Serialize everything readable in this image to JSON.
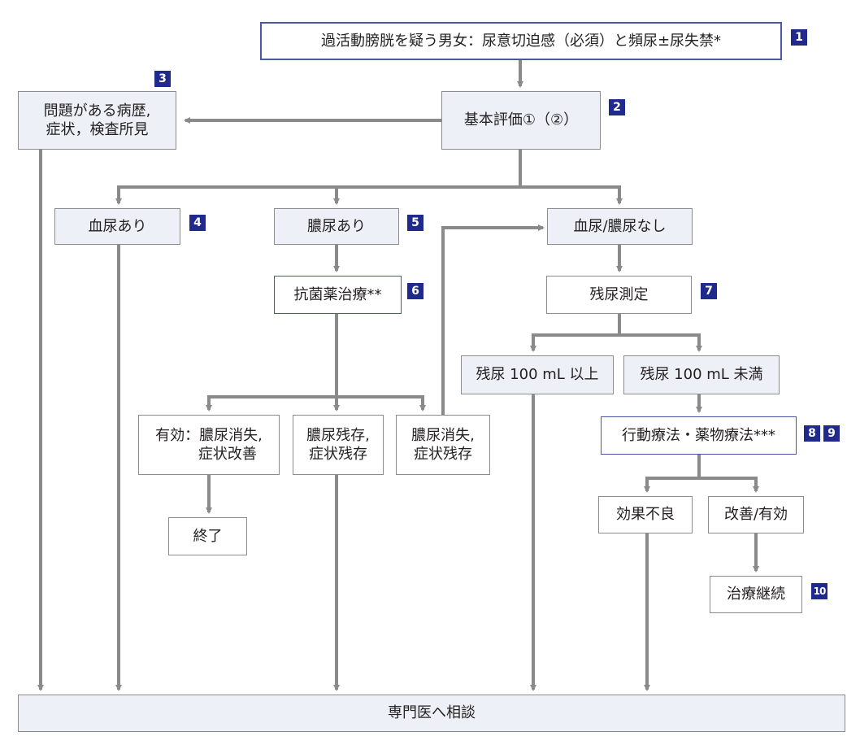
{
  "nodes": {
    "n1_start": "過活動膀胱を疑う男女：尿意切迫感（必須）と頻尿±尿失禁*",
    "n2_basic_eval": "基本評価①（②）",
    "n3_problem": "問題がある病歴,\n症状，検査所見",
    "n4_hematuria": "血尿あり",
    "n5_pyuria": "膿尿あり",
    "n6_antibiotics": "抗菌薬治療**",
    "n7_none": "血尿/膿尿なし",
    "n8_residual_measure": "残尿測定",
    "n9_residual_high": "残尿 100 mL 以上",
    "n10_residual_low": "残尿 100 mL 未満",
    "n11_effective": "有効：膿尿消失,\n        症状改善",
    "n12_persist": "膿尿残存,\n症状残存",
    "n13_cleared": "膿尿消失,\n症状残存",
    "n14_end": "終了",
    "n15_therapy": "行動療法・薬物療法***",
    "n16_poor": "効果不良",
    "n17_improved": "改善/有効",
    "n18_continue": "治療継続",
    "n19_referral": "専門医へ相談"
  },
  "badges": [
    "1",
    "2",
    "3",
    "4",
    "5",
    "6",
    "7",
    "8",
    "9",
    "10"
  ],
  "colors": {
    "arrow": "#8a8a8a",
    "badge": "#1f2a8c",
    "node_fill": "#eef0f7",
    "blue_border": "#4b56a6"
  }
}
